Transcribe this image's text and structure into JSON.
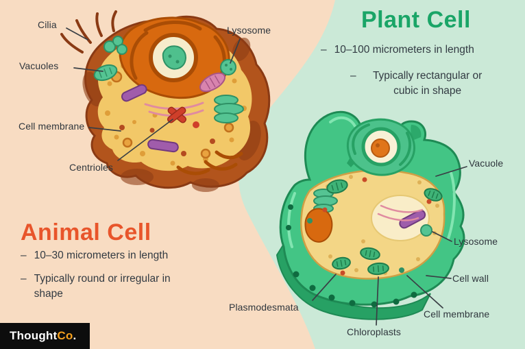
{
  "animal_cell": {
    "title": "Animal Cell",
    "title_color": "#e8552b",
    "bullets": [
      "10–30 micrometers in length",
      "Typically round or irregular in shape"
    ],
    "labels": {
      "cilia": "Cilia",
      "vacuoles": "Vacuoles",
      "cell_membrane": "Cell membrane",
      "centrioles": "Centrioles",
      "lysosome": "Lysosome"
    }
  },
  "plant_cell": {
    "title": "Plant Cell",
    "title_color": "#1aa567",
    "bullets": [
      "10–100 micrometers in length",
      "Typically rectangular or cubic in shape"
    ],
    "labels": {
      "vacuole": "Vacuole",
      "lysosome": "Lysosome",
      "cell_wall": "Cell wall",
      "cell_membrane": "Cell membrane",
      "chloroplasts": "Chloroplasts",
      "plasmodesmata": "Plasmodesmata"
    }
  },
  "bullet_dash": "–",
  "logo": {
    "thought": "Thought",
    "co": "Co",
    "period": "."
  },
  "colors": {
    "bg_left": "#f8dcc2",
    "bg_right": "#cbe9d7",
    "animal_accent": "#e8552b",
    "plant_accent": "#1aa567",
    "label_text": "#2f363d",
    "leader_line": "#3a3f45",
    "logo_bg": "#0d0d0d",
    "logo_accent": "#f5a01e"
  }
}
